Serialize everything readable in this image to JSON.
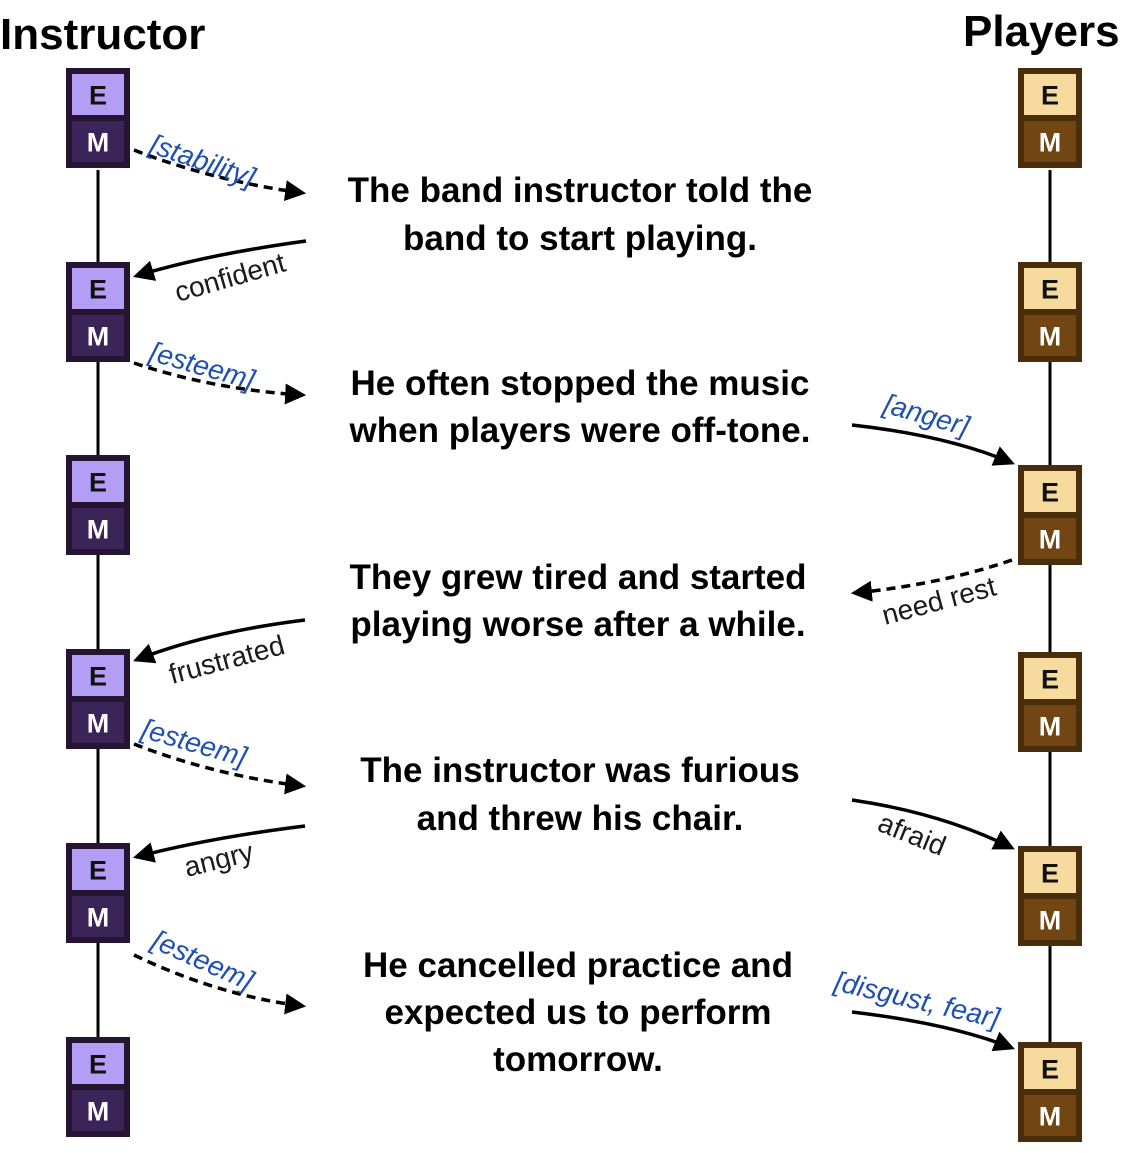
{
  "colors": {
    "instructor_e_fill": "#b39ef5",
    "instructor_m_fill": "#3b2457",
    "instructor_border": "#261433",
    "players_e_fill": "#f7db9e",
    "players_m_fill": "#714613",
    "players_border": "#4a2d0a",
    "need_label": "#1f4fb0",
    "emotion_label": "#1a1a1a"
  },
  "instructor": {
    "title": "Instructor",
    "boxes": [
      {
        "e": "E",
        "m": "M"
      },
      {
        "e": "E",
        "m": "M"
      },
      {
        "e": "E",
        "m": "M"
      },
      {
        "e": "E",
        "m": "M"
      },
      {
        "e": "E",
        "m": "M"
      },
      {
        "e": "E",
        "m": "M"
      }
    ]
  },
  "players": {
    "title": "Players",
    "boxes": [
      {
        "e": "E",
        "m": "M"
      },
      {
        "e": "E",
        "m": "M"
      },
      {
        "e": "E",
        "m": "M"
      },
      {
        "e": "E",
        "m": "M"
      },
      {
        "e": "E",
        "m": "M"
      },
      {
        "e": "E",
        "m": "M"
      }
    ]
  },
  "sentences": [
    {
      "lines": [
        "The band instructor told the",
        "band to start playing."
      ]
    },
    {
      "lines": [
        "He often stopped the music",
        "when players were off-tone."
      ]
    },
    {
      "lines": [
        "They grew tired and started",
        "playing worse after a while."
      ]
    },
    {
      "lines": [
        "The instructor was furious",
        "and threw his chair."
      ]
    },
    {
      "lines": [
        "He cancelled practice and",
        "expected us to perform",
        "tomorrow."
      ]
    }
  ],
  "arrows": [
    {
      "id": "instr-need-1",
      "kind": "need",
      "label": "[stability]"
    },
    {
      "id": "instr-emo-1",
      "kind": "emotion",
      "label": "confident"
    },
    {
      "id": "instr-need-2",
      "kind": "need",
      "label": "[esteem]"
    },
    {
      "id": "player-emo-1",
      "kind": "emotion-need",
      "label": "[anger]"
    },
    {
      "id": "player-need-1",
      "kind": "need-text",
      "label": "need rest"
    },
    {
      "id": "instr-emo-2",
      "kind": "emotion",
      "label": "frustrated"
    },
    {
      "id": "instr-need-3",
      "kind": "need",
      "label": "[esteem]"
    },
    {
      "id": "player-emo-2",
      "kind": "emotion",
      "label": "afraid"
    },
    {
      "id": "instr-emo-3",
      "kind": "emotion",
      "label": "angry"
    },
    {
      "id": "instr-need-4",
      "kind": "need",
      "label": "[esteem]"
    },
    {
      "id": "player-emo-3",
      "kind": "emotion-need",
      "label": "[disgust, fear]"
    }
  ]
}
